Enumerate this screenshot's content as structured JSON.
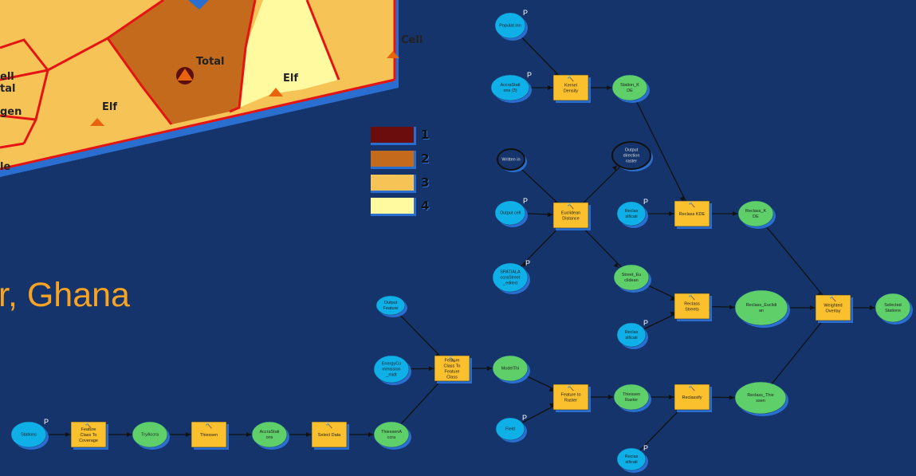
{
  "title_fragment": "r, Ghana",
  "map": {
    "labels": [
      "Total",
      "Elf",
      "Elf",
      "Cell",
      "ell",
      "tal",
      "gen",
      "le"
    ],
    "legend": [
      {
        "num": "1",
        "color": "#6b0d0d"
      },
      {
        "num": "2",
        "color": "#c46a1c"
      },
      {
        "num": "3",
        "color": "#f6c356"
      },
      {
        "num": "4",
        "color": "#fffaa0"
      }
    ]
  },
  "model": {
    "nodes": [
      {
        "id": "population",
        "label": "Populat ion",
        "kind": "input",
        "marker": "P"
      },
      {
        "id": "accra_stations3",
        "label": "AccraStati ons (3)",
        "kind": "input",
        "marker": "P"
      },
      {
        "id": "kernel_density",
        "label": "Kernel Density",
        "kind": "tool"
      },
      {
        "id": "station_kde",
        "label": "Station_K DE",
        "kind": "output"
      },
      {
        "id": "written_in",
        "label": "Written in",
        "kind": "input-ring"
      },
      {
        "id": "output_cell",
        "label": "Output cell",
        "kind": "input",
        "marker": "P"
      },
      {
        "id": "euclidean_distance",
        "label": "Euclidean Distance",
        "kind": "tool"
      },
      {
        "id": "output_direction",
        "label": "Output direction raster",
        "kind": "input-ring"
      },
      {
        "id": "spatial_streets",
        "label": "SPATIALA ccraStreet _edited",
        "kind": "input",
        "marker": "P"
      },
      {
        "id": "reclassification1",
        "label": "Reclas sificati",
        "kind": "input",
        "marker": "P"
      },
      {
        "id": "reclass_kde",
        "label": "Reclass KDE",
        "kind": "tool"
      },
      {
        "id": "reclass_kde_out",
        "label": "Reclass_K DE",
        "kind": "output"
      },
      {
        "id": "street_euclidean",
        "label": "Street_Eu clidean",
        "kind": "output"
      },
      {
        "id": "reclass_streets",
        "label": "Reclass Streets",
        "kind": "tool"
      },
      {
        "id": "reclass_euclidean",
        "label": "Reclass_Euclidi an",
        "kind": "output"
      },
      {
        "id": "reclassification2",
        "label": "Reclas sificati",
        "kind": "input",
        "marker": "P"
      },
      {
        "id": "weighted_overlay",
        "label": "Weighted Overlay",
        "kind": "tool"
      },
      {
        "id": "selected_stations",
        "label": "Selected Stations",
        "kind": "output"
      },
      {
        "id": "output_feature",
        "label": "Output Feature",
        "kind": "input"
      },
      {
        "id": "energy_commission",
        "label": "EnergyCo mmission _midt",
        "kind": "input"
      },
      {
        "id": "fc_to_fc",
        "label": "Feature Class To Feature Class",
        "kind": "tool"
      },
      {
        "id": "model_thi",
        "label": "ModelThi",
        "kind": "output"
      },
      {
        "id": "feature_to_raster",
        "label": "Feature to Raster",
        "kind": "tool"
      },
      {
        "id": "field",
        "label": "Field",
        "kind": "input",
        "marker": "P"
      },
      {
        "id": "thiessen_raster",
        "label": "Thiessen Raster",
        "kind": "output"
      },
      {
        "id": "reclassify",
        "label": "Reclassify",
        "kind": "tool"
      },
      {
        "id": "reclass_thiessen",
        "label": "Reclass_Thie ssen",
        "kind": "output"
      },
      {
        "id": "reclassification3",
        "label": "Reclas sificati",
        "kind": "input",
        "marker": "P"
      },
      {
        "id": "stations",
        "label": "Stations",
        "kind": "input",
        "marker": "P"
      },
      {
        "id": "fc_to_coverage",
        "label": "Feature Class To Coverage",
        "kind": "tool"
      },
      {
        "id": "try_accra",
        "label": "TryAccra",
        "kind": "output"
      },
      {
        "id": "thiessen",
        "label": "Thiessen",
        "kind": "tool"
      },
      {
        "id": "accra_stations",
        "label": "AccraStati ons",
        "kind": "output"
      },
      {
        "id": "select_data",
        "label": "Select Data",
        "kind": "tool"
      },
      {
        "id": "thiessen_accra",
        "label": "ThiessenA ccra",
        "kind": "output"
      }
    ],
    "edges": [
      [
        "population",
        "kernel_density"
      ],
      [
        "accra_stations3",
        "kernel_density"
      ],
      [
        "kernel_density",
        "station_kde"
      ],
      [
        "station_kde",
        "reclass_kde"
      ],
      [
        "reclassification1",
        "reclass_kde"
      ],
      [
        "reclass_kde",
        "reclass_kde_out"
      ],
      [
        "reclass_kde_out",
        "weighted_overlay"
      ],
      [
        "written_in",
        "euclidean_distance"
      ],
      [
        "output_cell",
        "euclidean_distance"
      ],
      [
        "euclidean_distance",
        "output_direction"
      ],
      [
        "euclidean_distance",
        "spatial_streets"
      ],
      [
        "euclidean_distance",
        "street_euclidean"
      ],
      [
        "street_euclidean",
        "reclass_streets"
      ],
      [
        "reclassification2",
        "reclass_streets"
      ],
      [
        "reclass_streets",
        "reclass_euclidean"
      ],
      [
        "reclass_euclidean",
        "weighted_overlay"
      ],
      [
        "weighted_overlay",
        "selected_stations"
      ],
      [
        "output_feature",
        "fc_to_fc"
      ],
      [
        "energy_commission",
        "fc_to_fc"
      ],
      [
        "fc_to_fc",
        "model_thi"
      ],
      [
        "model_thi",
        "feature_to_raster"
      ],
      [
        "field",
        "feature_to_raster"
      ],
      [
        "feature_to_raster",
        "thiessen_raster"
      ],
      [
        "thiessen_raster",
        "reclassify"
      ],
      [
        "reclassification3",
        "reclassify"
      ],
      [
        "reclassify",
        "reclass_thiessen"
      ],
      [
        "reclass_thiessen",
        "weighted_overlay"
      ],
      [
        "stations",
        "fc_to_coverage"
      ],
      [
        "fc_to_coverage",
        "try_accra"
      ],
      [
        "try_accra",
        "thiessen"
      ],
      [
        "thiessen",
        "accra_stations"
      ],
      [
        "accra_stations",
        "select_data"
      ],
      [
        "select_data",
        "thiessen_accra"
      ],
      [
        "thiessen_accra",
        "fc_to_fc"
      ]
    ]
  }
}
